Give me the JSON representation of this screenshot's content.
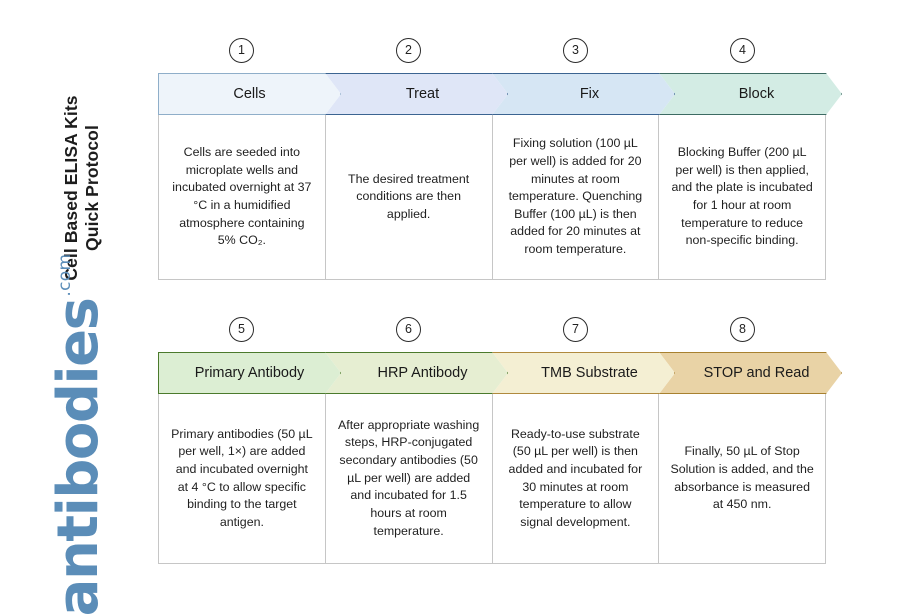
{
  "side_title": {
    "line1": "Cell Based ELISA Kits",
    "line2": "Quick Protocol"
  },
  "logo": {
    "word": "antibodies",
    "tld": ".com",
    "color": "#5b8db8"
  },
  "rows": [
    {
      "id": "row-top",
      "steps": [
        {
          "number": "1",
          "label": "Cells",
          "fill": "#eef4fa",
          "border": "#8faec9",
          "text": "Cells are seeded into microplate wells and incubated overnight at 37 °C in a humidified atmosphere containing 5% CO₂."
        },
        {
          "number": "2",
          "label": "Treat",
          "fill": "#dfe6f7",
          "border": "#3b6491",
          "text": "The desired treatment conditions are then applied."
        },
        {
          "number": "3",
          "label": "Fix",
          "fill": "#d6e6f4",
          "border": "#3b6491",
          "text": "Fixing solution (100 µL per well) is added for 20 minutes at room temperature. Quenching Buffer (100 µL) is then added for 20 minutes at room temperature."
        },
        {
          "number": "4",
          "label": "Block",
          "fill": "#d3ece4",
          "border": "#3d6b63",
          "text": "Blocking Buffer (200 µL per well) is then applied, and the plate is incubated for 1 hour at room temperature to reduce non-specific binding."
        }
      ]
    },
    {
      "id": "row-bottom",
      "steps": [
        {
          "number": "5",
          "label": "Primary Antibody",
          "fill": "#dceed3",
          "border": "#4b7a2c",
          "text": "Primary antibodies (50 µL per well, 1×) are added and incubated overnight at 4 °C to allow specific binding to the target antigen."
        },
        {
          "number": "6",
          "label": "HRP Antibody",
          "fill": "#e6eed2",
          "border": "#4b7a2c",
          "text": "After appropriate washing steps, HRP-conjugated secondary antibodies (50 µL per well) are added and incubated for 1.5 hours at room temperature."
        },
        {
          "number": "7",
          "label": "TMB Substrate",
          "fill": "#f4efd3",
          "border": "#b08a3e",
          "text": "Ready-to-use substrate (50 µL per well) is then added and incubated for 30 minutes at room temperature to allow signal development."
        },
        {
          "number": "8",
          "label": "STOP and Read",
          "fill": "#e9d3a6",
          "border": "#a8812f",
          "text": "Finally, 50 µL of Stop Solution is added, and the absorbance is measured at 450 nm."
        }
      ]
    }
  ]
}
